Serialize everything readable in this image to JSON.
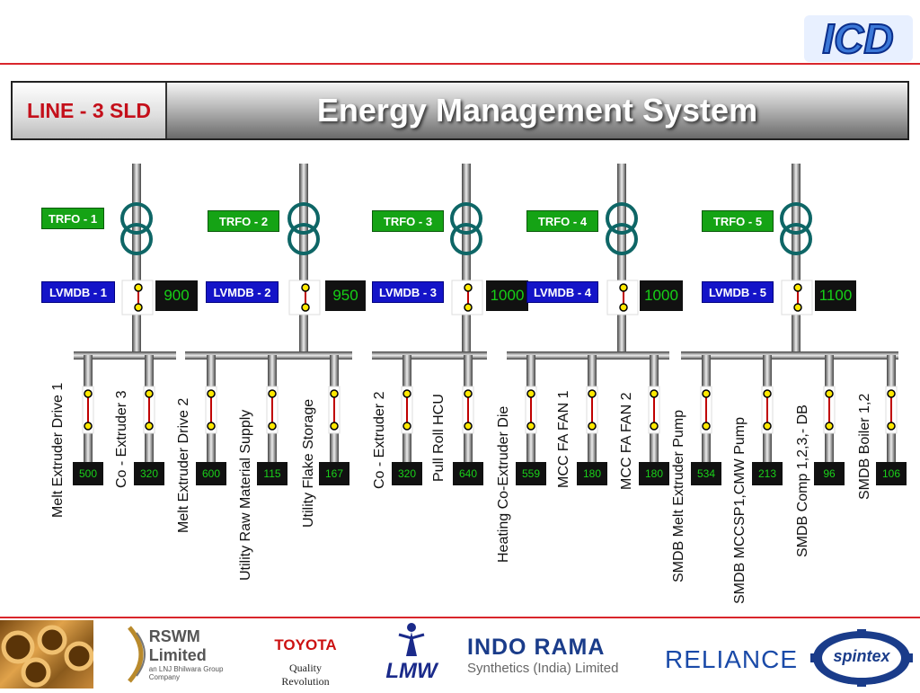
{
  "header": {
    "logo_text": "ICD",
    "line_label": "LINE - 3 SLD",
    "title": "Energy Management System"
  },
  "transformers": [
    {
      "trfo": "TRFO - 1",
      "lvmdb": "LVMDB - 1",
      "reading": "900"
    },
    {
      "trfo": "TRFO - 2",
      "lvmdb": "LVMDB - 2",
      "reading": "950"
    },
    {
      "trfo": "TRFO - 3",
      "lvmdb": "LVMDB - 3",
      "reading": "1000"
    },
    {
      "trfo": "TRFO - 4",
      "lvmdb": "LVMDB - 4",
      "reading": "1000"
    },
    {
      "trfo": "TRFO - 5",
      "lvmdb": "LVMDB - 5",
      "reading": "1100"
    }
  ],
  "feeders": [
    {
      "label": "Melt Extruder Drive 1",
      "value": "500"
    },
    {
      "label": "Co - Extruder 3",
      "value": "320"
    },
    {
      "label": "Melt Extruder Drive 2",
      "value": "600"
    },
    {
      "label": "Utility Raw Material Supply",
      "value": "115"
    },
    {
      "label": "Utility Flake Storage",
      "value": "167"
    },
    {
      "label": "Co - Extruder 2",
      "value": "320"
    },
    {
      "label": "Pull Roll HCU",
      "value": "640"
    },
    {
      "label": "Heating Co-Extruder Die",
      "value": "559"
    },
    {
      "label": "MCC FA FAN 1",
      "value": "180"
    },
    {
      "label": "MCC FA FAN 2",
      "value": "180"
    },
    {
      "label": "SMDB Melt Extruder Pump",
      "value": "534"
    },
    {
      "label": "SMDB MCCSP1,CMW Pump",
      "value": "213"
    },
    {
      "label": "SMDB Comp 1,2,3,- DB",
      "value": "96"
    },
    {
      "label": "SMDB Boiler 1,2",
      "value": "106"
    }
  ],
  "sponsors": {
    "rswm": "RSWM Limited",
    "rswm_sub": "an LNJ Bhilwara Group Company",
    "toyota": "TOYOTA",
    "toyota_sub": "Quality Revolution",
    "lmw": "LMW",
    "indorama": "INDO RAMA",
    "indorama_sub": "Synthetics (India) Limited",
    "reliance": "RELIANCE",
    "spintex": "spintex"
  },
  "colors": {
    "accent_red": "#d9262c",
    "trfo_green": "#15a315",
    "lvmdb_blue": "#1414c8",
    "coil": "#0e6666",
    "breaker_yellow": "#ffe800"
  }
}
